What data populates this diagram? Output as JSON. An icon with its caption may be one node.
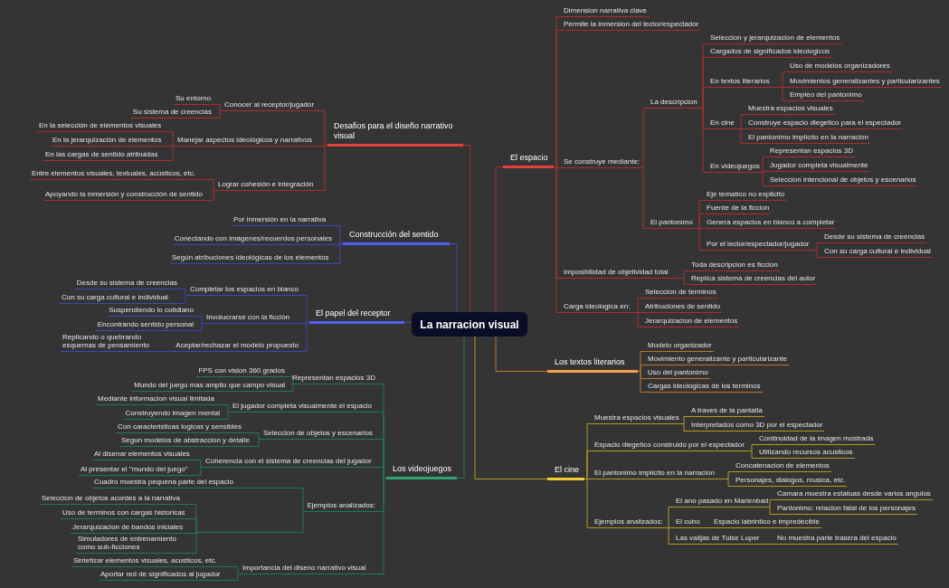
{
  "diagram": {
    "nodes": [
      {
        "text": [
          "La narracion visual"
        ]
      },
      {
        "text": [
          "El espacio"
        ]
      },
      {
        "text": [
          "Dimension narrativa clave"
        ]
      },
      {
        "text": [
          "Permite la inmersion del lector/espectador"
        ]
      },
      {
        "text": [
          "Se construye mediante:"
        ]
      },
      {
        "text": [
          "La descripcion"
        ]
      },
      {
        "text": [
          "Seleccion y jerarquizacion de elementos"
        ]
      },
      {
        "text": [
          "Cargados de significados ideologicos"
        ]
      },
      {
        "text": [
          "En textos literarios"
        ]
      },
      {
        "text": [
          "Uso de modelos organizadores"
        ]
      },
      {
        "text": [
          "Movimientos generalizantes y particularizantes"
        ]
      },
      {
        "text": [
          "Empleo del pantonimo"
        ]
      },
      {
        "text": [
          "En cine"
        ]
      },
      {
        "text": [
          "Muestra espacios visuales"
        ]
      },
      {
        "text": [
          "Construye espacio diegetico para el espectador"
        ]
      },
      {
        "text": [
          "El pantonimo implicito en la narracion"
        ]
      },
      {
        "text": [
          "En videojuegos"
        ]
      },
      {
        "text": [
          "Representan espacios 3D"
        ]
      },
      {
        "text": [
          "Jugador completa visualmente"
        ]
      },
      {
        "text": [
          "Seleccion intencional de objetos y escenarios"
        ]
      },
      {
        "text": [
          "El pantonimo"
        ]
      },
      {
        "text": [
          "Eje tematico no explicito"
        ]
      },
      {
        "text": [
          "Fuente de la ficcion"
        ]
      },
      {
        "text": [
          "Genera espacios en blanco a completar"
        ]
      },
      {
        "text": [
          "Por el lector/espectador/jugador"
        ]
      },
      {
        "text": [
          "Desde su sistema de creencias"
        ]
      },
      {
        "text": [
          "Con su carga cultural e individual"
        ]
      },
      {
        "text": [
          "Imposibilidad de objetividad total"
        ]
      },
      {
        "text": [
          "Toda descripcion es ficcion"
        ]
      },
      {
        "text": [
          "Replica sistema de creencias del autor"
        ]
      },
      {
        "text": [
          "Carga ideologica en:"
        ]
      },
      {
        "text": [
          "Seleccion de terminos"
        ]
      },
      {
        "text": [
          "Atribuciones de sentido"
        ]
      },
      {
        "text": [
          "Jerarquizacion de elementos"
        ]
      },
      {
        "text": [
          "Los textos literarios"
        ]
      },
      {
        "text": [
          "Modelo organizador"
        ]
      },
      {
        "text": [
          "Movimiento generalizante y particularizante"
        ]
      },
      {
        "text": [
          "Uso del pantonimo"
        ]
      },
      {
        "text": [
          "Cargas ideologicas de los terminos"
        ]
      },
      {
        "text": [
          "El cine"
        ]
      },
      {
        "text": [
          "Muestra espacios visuales"
        ]
      },
      {
        "text": [
          "A traves de la pantalla"
        ]
      },
      {
        "text": [
          "Interpretados como 3D por el espectador"
        ]
      },
      {
        "text": [
          "Espacio diegetico construido por el espectador"
        ]
      },
      {
        "text": [
          "Continuidad de la imagen mostrada"
        ]
      },
      {
        "text": [
          "Utilizando recursos acusticos"
        ]
      },
      {
        "text": [
          "El pantonimo implicito en la narracion"
        ]
      },
      {
        "text": [
          "Concatenacion de elementos"
        ]
      },
      {
        "text": [
          "Personajes, dialogos, musica, etc."
        ]
      },
      {
        "text": [
          "Ejemplos analizados:"
        ]
      },
      {
        "text": [
          "El ano pasado en Marienbad"
        ]
      },
      {
        "text": [
          "Camara muestra estatuas desde varios angulos"
        ]
      },
      {
        "text": [
          "Pantonimo: relacion fatal de los personajes"
        ]
      },
      {
        "text": [
          "El cubo"
        ]
      },
      {
        "text": [
          "Espacio labrintico e impredecible"
        ]
      },
      {
        "text": [
          "Las valijas de Tulse Luper"
        ]
      },
      {
        "text": [
          "No muestra parte trasera del espacio"
        ]
      },
      {
        "text": [
          "Desafios para el diseño narrativo visual"
        ]
      },
      {
        "text": [
          "Conocer al receptor/jugador"
        ]
      },
      {
        "text": [
          "Su entorno"
        ]
      },
      {
        "text": [
          "Su sistema de creencias"
        ]
      },
      {
        "text": [
          "Manejar aspectos ideológicos y narrativos"
        ]
      },
      {
        "text": [
          "En la selección de elementos visuales"
        ]
      },
      {
        "text": [
          "En la jerarquización de elementos"
        ]
      },
      {
        "text": [
          "En las cargas de sentido atribuidas"
        ]
      },
      {
        "text": [
          "Lograr cohesión e integración"
        ]
      },
      {
        "text": [
          "Entre elementos visuales, textuales, acústicos, etc."
        ]
      },
      {
        "text": [
          "Apoyando la inmersión y construcción de sentido"
        ]
      },
      {
        "text": [
          "Construcción del sentido"
        ]
      },
      {
        "text": [
          "Por inmersión en la narrativa"
        ]
      },
      {
        "text": [
          "Conectando con imágenes/recuerdos personales"
        ]
      },
      {
        "text": [
          "Según atribuciones ideológicas de los elementos"
        ]
      },
      {
        "text": [
          "El papel del receptor"
        ]
      },
      {
        "text": [
          "Completar los espacios en blanco"
        ]
      },
      {
        "text": [
          "Desde su sistema de creencias"
        ]
      },
      {
        "text": [
          "Con su carga cultural e individual"
        ]
      },
      {
        "text": [
          "Involucrarse con la ficción"
        ]
      },
      {
        "text": [
          "Suspendiendo lo cotidiano"
        ]
      },
      {
        "text": [
          "Encontrando sentido personal"
        ]
      },
      {
        "text": [
          "Aceptar/rechazar el modelo propuesto"
        ]
      },
      {
        "text": [
          "Replicando o quebrando esquemas de pensamiento"
        ]
      },
      {
        "text": [
          "Los videojuegos"
        ]
      },
      {
        "text": [
          "Representan espacios 3D"
        ]
      },
      {
        "text": [
          "FPS con vision 360 grados"
        ]
      },
      {
        "text": [
          "Mundo del juego mas amplio que campo visual"
        ]
      },
      {
        "text": [
          "El jugador completa visualmente el espacio"
        ]
      },
      {
        "text": [
          "Mediante informacion visual limitada"
        ]
      },
      {
        "text": [
          "Construyendo imagen mental"
        ]
      },
      {
        "text": [
          "Seleccion de objetos y escenarios"
        ]
      },
      {
        "text": [
          "Con caracteristicas logicas y sensibles"
        ]
      },
      {
        "text": [
          "Segun modelos de abstraccion y detalle"
        ]
      },
      {
        "text": [
          "Coherencia con el sistema de creencias del jugador"
        ]
      },
      {
        "text": [
          "Al disenar elementos visuales"
        ]
      },
      {
        "text": [
          "Al presentar el \"mundo del juego\""
        ]
      },
      {
        "text": [
          "Ejemplos analizados:"
        ]
      },
      {
        "text": [],
        "shape": "line"
      },
      {
        "text": [
          "Cuadro muestra pequena parte del espacio"
        ]
      },
      {
        "text": [],
        "shape": "line"
      },
      {
        "text": [
          "Seleccion de objetos acordes a la narrativa"
        ]
      },
      {
        "text": [
          "Uso de terminos con cargas historicas"
        ]
      },
      {
        "text": [
          "Jerarquizacion de bandos iniciales"
        ]
      },
      {
        "text": [
          "Simuladores de entrenamiento como sub-ficciones"
        ]
      },
      {
        "text": [
          "Importancia del diseno narrativo visual"
        ]
      },
      {
        "text": [
          "Sintetizar elementos visuales, acusticos, etc."
        ]
      },
      {
        "text": [
          "Aportar red de significados al jugador"
        ]
      }
    ],
    "edges": [
      {
        "from": 0,
        "to": 1,
        "arrow": "none"
      },
      {
        "from": 1,
        "to": 2,
        "arrow": "none"
      },
      {
        "from": 1,
        "to": 3,
        "arrow": "none"
      },
      {
        "from": 1,
        "to": 4,
        "arrow": "none"
      },
      {
        "from": 1,
        "to": 27,
        "arrow": "none"
      },
      {
        "from": 1,
        "to": 30,
        "arrow": "none"
      },
      {
        "from": 4,
        "to": 5,
        "arrow": "none"
      },
      {
        "from": 4,
        "to": 20,
        "arrow": "none"
      },
      {
        "from": 5,
        "to": 6,
        "arrow": "none"
      },
      {
        "from": 5,
        "to": 7,
        "arrow": "none"
      },
      {
        "from": 5,
        "to": 8,
        "arrow": "none"
      },
      {
        "from": 5,
        "to": 12,
        "arrow": "none"
      },
      {
        "from": 5,
        "to": 16,
        "arrow": "none"
      },
      {
        "from": 8,
        "to": 9,
        "arrow": "none"
      },
      {
        "from": 8,
        "to": 10,
        "arrow": "none"
      },
      {
        "from": 8,
        "to": 11,
        "arrow": "none"
      },
      {
        "from": 12,
        "to": 13,
        "arrow": "none"
      },
      {
        "from": 12,
        "to": 14,
        "arrow": "none"
      },
      {
        "from": 12,
        "to": 15,
        "arrow": "none"
      },
      {
        "from": 16,
        "to": 17,
        "arrow": "none"
      },
      {
        "from": 16,
        "to": 18,
        "arrow": "none"
      },
      {
        "from": 16,
        "to": 19,
        "arrow": "none"
      },
      {
        "from": 20,
        "to": 21,
        "arrow": "none"
      },
      {
        "from": 20,
        "to": 22,
        "arrow": "none"
      },
      {
        "from": 20,
        "to": 23,
        "arrow": "none"
      },
      {
        "from": 20,
        "to": 24,
        "arrow": "none"
      },
      {
        "from": 24,
        "to": 25,
        "arrow": "none"
      },
      {
        "from": 24,
        "to": 26,
        "arrow": "none"
      },
      {
        "from": 27,
        "to": 28,
        "arrow": "none"
      },
      {
        "from": 27,
        "to": 29,
        "arrow": "none"
      },
      {
        "from": 30,
        "to": 31,
        "arrow": "none"
      },
      {
        "from": 30,
        "to": 32,
        "arrow": "none"
      },
      {
        "from": 30,
        "to": 33,
        "arrow": "none"
      },
      {
        "from": 0,
        "to": 34,
        "arrow": "none",
        "color": "#b87535"
      },
      {
        "from": 34,
        "to": 35,
        "arrow": "none",
        "color": "#b87535"
      },
      {
        "from": 34,
        "to": 36,
        "arrow": "none",
        "color": "#b87535"
      },
      {
        "from": 34,
        "to": 37,
        "arrow": "none",
        "color": "#b87535"
      },
      {
        "from": 34,
        "to": 38,
        "arrow": "none",
        "color": "#b87535"
      },
      {
        "from": 0,
        "to": 39,
        "arrow": "none",
        "color": "#b09a25"
      },
      {
        "from": 39,
        "to": 40,
        "arrow": "none",
        "color": "#b09a25"
      },
      {
        "from": 39,
        "to": 43,
        "arrow": "none",
        "color": "#b09a25"
      },
      {
        "from": 39,
        "to": 46,
        "arrow": "none",
        "color": "#b09a25"
      },
      {
        "from": 39,
        "to": 49,
        "arrow": "none",
        "color": "#b09a25"
      },
      {
        "from": 40,
        "to": 41,
        "arrow": "none",
        "color": "#b09a25"
      },
      {
        "from": 40,
        "to": 42,
        "arrow": "none",
        "color": "#b09a25"
      },
      {
        "from": 43,
        "to": 44,
        "arrow": "none",
        "color": "#b09a25"
      },
      {
        "from": 43,
        "to": 45,
        "arrow": "none",
        "color": "#b09a25"
      },
      {
        "from": 46,
        "to": 47,
        "arrow": "none",
        "color": "#b09a25"
      },
      {
        "from": 46,
        "to": 48,
        "arrow": "none",
        "color": "#b09a25"
      },
      {
        "from": 49,
        "to": 50,
        "arrow": "none",
        "color": "#b09a25"
      },
      {
        "from": 49,
        "to": 53,
        "arrow": "none",
        "color": "#b09a25"
      },
      {
        "from": 49,
        "to": 55,
        "arrow": "none",
        "color": "#b09a25"
      },
      {
        "from": 50,
        "to": 51,
        "arrow": "none",
        "color": "#b09a25"
      },
      {
        "from": 50,
        "to": 52,
        "arrow": "none",
        "color": "#b09a25"
      },
      {
        "from": 53,
        "to": 54,
        "arrow": "none",
        "color": "#b09a25"
      },
      {
        "from": 55,
        "to": 56,
        "arrow": "none",
        "color": "#b09a25"
      },
      {
        "from": 0,
        "to": 57,
        "arrow": "none"
      },
      {
        "from": 57,
        "to": 58,
        "arrow": "none"
      },
      {
        "from": 57,
        "to": 61,
        "arrow": "none"
      },
      {
        "from": 57,
        "to": 65,
        "arrow": "none"
      },
      {
        "from": 58,
        "to": 59,
        "arrow": "none"
      },
      {
        "from": 58,
        "to": 60,
        "arrow": "none"
      },
      {
        "from": 61,
        "to": 62,
        "arrow": "none"
      },
      {
        "from": 61,
        "to": 63,
        "arrow": "none"
      },
      {
        "from": 61,
        "to": 64,
        "arrow": "none"
      },
      {
        "from": 65,
        "to": 66,
        "arrow": "none"
      },
      {
        "from": 65,
        "to": 67,
        "arrow": "none"
      },
      {
        "from": 0,
        "to": 68,
        "arrow": "none",
        "color": "#3d47b8"
      },
      {
        "from": 68,
        "to": 69,
        "arrow": "none",
        "color": "#3d47b8"
      },
      {
        "from": 68,
        "to": 70,
        "arrow": "none",
        "color": "#3d47b8"
      },
      {
        "from": 68,
        "to": 71,
        "arrow": "none",
        "color": "#3d47b8"
      },
      {
        "from": 0,
        "to": 72,
        "arrow": "none",
        "color": "#3d47b8"
      },
      {
        "from": 72,
        "to": 73,
        "arrow": "none",
        "color": "#3d47b8"
      },
      {
        "from": 72,
        "to": 76,
        "arrow": "none",
        "color": "#3d47b8"
      },
      {
        "from": 72,
        "to": 79,
        "arrow": "none",
        "color": "#3d47b8"
      },
      {
        "from": 73,
        "to": 74,
        "arrow": "none",
        "color": "#3d47b8"
      },
      {
        "from": 73,
        "to": 75,
        "arrow": "none",
        "color": "#3d47b8"
      },
      {
        "from": 76,
        "to": 77,
        "arrow": "none",
        "color": "#3d47b8"
      },
      {
        "from": 76,
        "to": 78,
        "arrow": "none",
        "color": "#3d47b8"
      },
      {
        "from": 79,
        "to": 80,
        "arrow": "none",
        "color": "#3d47b8"
      },
      {
        "from": 0,
        "to": 81,
        "arrow": "none",
        "color": "#1f7a55"
      },
      {
        "from": 81,
        "to": 82,
        "arrow": "none",
        "color": "#1f7a55"
      },
      {
        "from": 81,
        "to": 85,
        "arrow": "none",
        "color": "#1f7a55"
      },
      {
        "from": 81,
        "to": 88,
        "arrow": "none",
        "color": "#1f7a55"
      },
      {
        "from": 81,
        "to": 91,
        "arrow": "none",
        "color": "#1f7a55"
      },
      {
        "from": 81,
        "to": 94,
        "arrow": "none",
        "color": "#1f7a55"
      },
      {
        "from": 81,
        "to": 102,
        "arrow": "none",
        "color": "#1f7a55"
      },
      {
        "from": 82,
        "to": 83,
        "arrow": "none",
        "color": "#1f7a55"
      },
      {
        "from": 82,
        "to": 84,
        "arrow": "none",
        "color": "#1f7a55"
      },
      {
        "from": 85,
        "to": 86,
        "arrow": "none",
        "color": "#1f7a55"
      },
      {
        "from": 85,
        "to": 87,
        "arrow": "none",
        "color": "#1f7a55"
      },
      {
        "from": 88,
        "to": 89,
        "arrow": "none",
        "color": "#1f7a55"
      },
      {
        "from": 88,
        "to": 90,
        "arrow": "none",
        "color": "#1f7a55"
      },
      {
        "from": 91,
        "to": 92,
        "arrow": "none",
        "color": "#1f7a55"
      },
      {
        "from": 91,
        "to": 93,
        "arrow": "none",
        "color": "#1f7a55"
      },
      {
        "from": 94,
        "to": 95,
        "arrow": "none",
        "color": "#1f7a55"
      },
      {
        "from": 94,
        "to": 97,
        "arrow": "none",
        "color": "#1f7a55"
      },
      {
        "from": 95,
        "to": 96,
        "arrow": "none",
        "color": "#1f7a55"
      },
      {
        "from": 97,
        "to": 98,
        "arrow": "none",
        "color": "#1f7a55"
      },
      {
        "from": 97,
        "to": 99,
        "arrow": "none",
        "color": "#1f7a55"
      },
      {
        "from": 97,
        "to": 100,
        "arrow": "none",
        "color": "#1f7a55"
      },
      {
        "from": 97,
        "to": 101,
        "arrow": "none",
        "color": "#1f7a55"
      },
      {
        "from": 102,
        "to": 103,
        "arrow": "none",
        "color": "#1f7a55"
      },
      {
        "from": 102,
        "to": 104,
        "arrow": "none",
        "color": "#1f7a55"
      }
    ]
  }
}
